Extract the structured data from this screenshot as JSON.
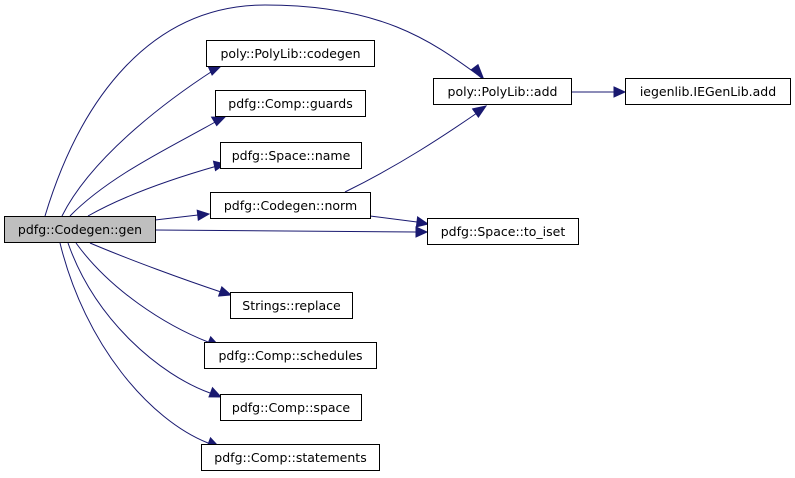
{
  "diagram": {
    "nodes": {
      "gen": "pdfg::Codegen::gen",
      "polylib_codegen": "poly::PolyLib::codegen",
      "comp_guards": "pdfg::Comp::guards",
      "space_name": "pdfg::Space::name",
      "codegen_norm": "pdfg::Codegen::norm",
      "polylib_add": "poly::PolyLib::add",
      "iegen_add": "iegenlib.IEGenLib.add",
      "space_to_iset": "pdfg::Space::to_iset",
      "strings_replace": "Strings::replace",
      "comp_schedules": "pdfg::Comp::schedules",
      "comp_space": "pdfg::Comp::space",
      "comp_statements": "pdfg::Comp::statements"
    },
    "edges": [
      {
        "from": "gen",
        "to": "polylib_add"
      },
      {
        "from": "gen",
        "to": "polylib_codegen"
      },
      {
        "from": "gen",
        "to": "comp_guards"
      },
      {
        "from": "gen",
        "to": "space_name"
      },
      {
        "from": "gen",
        "to": "codegen_norm"
      },
      {
        "from": "gen",
        "to": "space_to_iset"
      },
      {
        "from": "gen",
        "to": "strings_replace"
      },
      {
        "from": "gen",
        "to": "comp_schedules"
      },
      {
        "from": "gen",
        "to": "comp_space"
      },
      {
        "from": "gen",
        "to": "comp_statements"
      },
      {
        "from": "codegen_norm",
        "to": "polylib_add"
      },
      {
        "from": "codegen_norm",
        "to": "space_to_iset"
      },
      {
        "from": "polylib_add",
        "to": "iegen_add"
      }
    ],
    "colors": {
      "edge": "#191970",
      "root_fill": "#bfbfbf",
      "node_fill": "#ffffff",
      "node_border": "#000000"
    }
  }
}
